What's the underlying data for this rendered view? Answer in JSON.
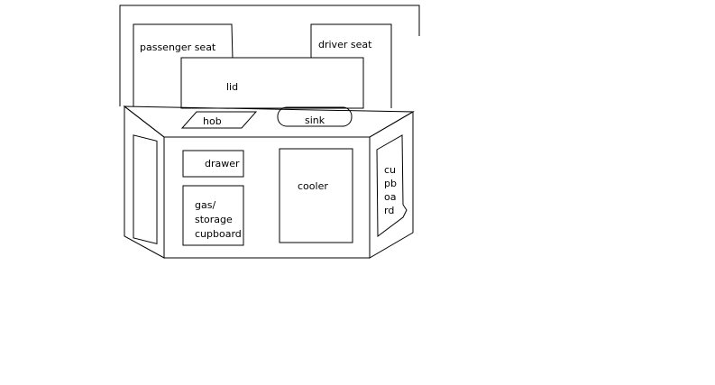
{
  "labels": {
    "passenger_seat": "passenger seat",
    "driver_seat": "driver seat",
    "lid": "lid",
    "hob": "hob",
    "sink": "sink",
    "drawer": "drawer",
    "gas_storage_cupboard": [
      "gas/",
      "storage",
      "cupboard"
    ],
    "cooler": "cooler",
    "side_cupboard": [
      "cu",
      "pb",
      "oa",
      "rd"
    ]
  },
  "colors": {
    "stroke": "#000000",
    "background": "#ffffff"
  }
}
